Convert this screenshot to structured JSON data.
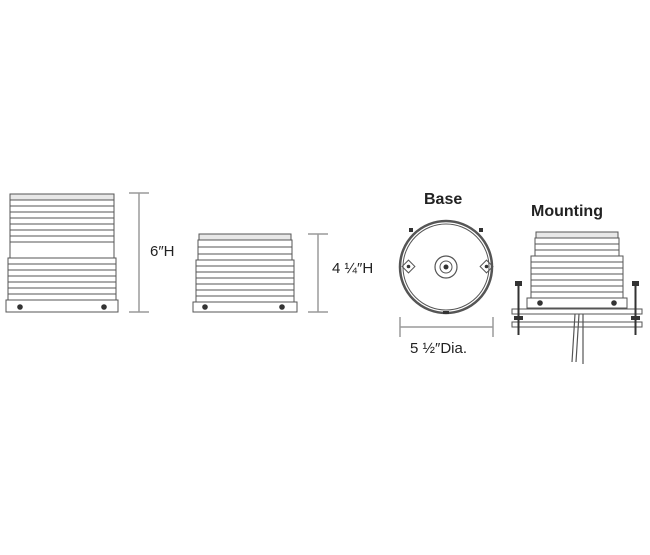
{
  "labels": {
    "tall_height": "6″H",
    "short_height": "4 ¼″H",
    "base_title": "Base",
    "base_diameter": "5 ½″Dia.",
    "mounting_title": "Mounting"
  },
  "colors": {
    "line": "#555555",
    "dim_line": "#9a9a9a",
    "fill": "#ffffff",
    "dark": "#333333"
  }
}
